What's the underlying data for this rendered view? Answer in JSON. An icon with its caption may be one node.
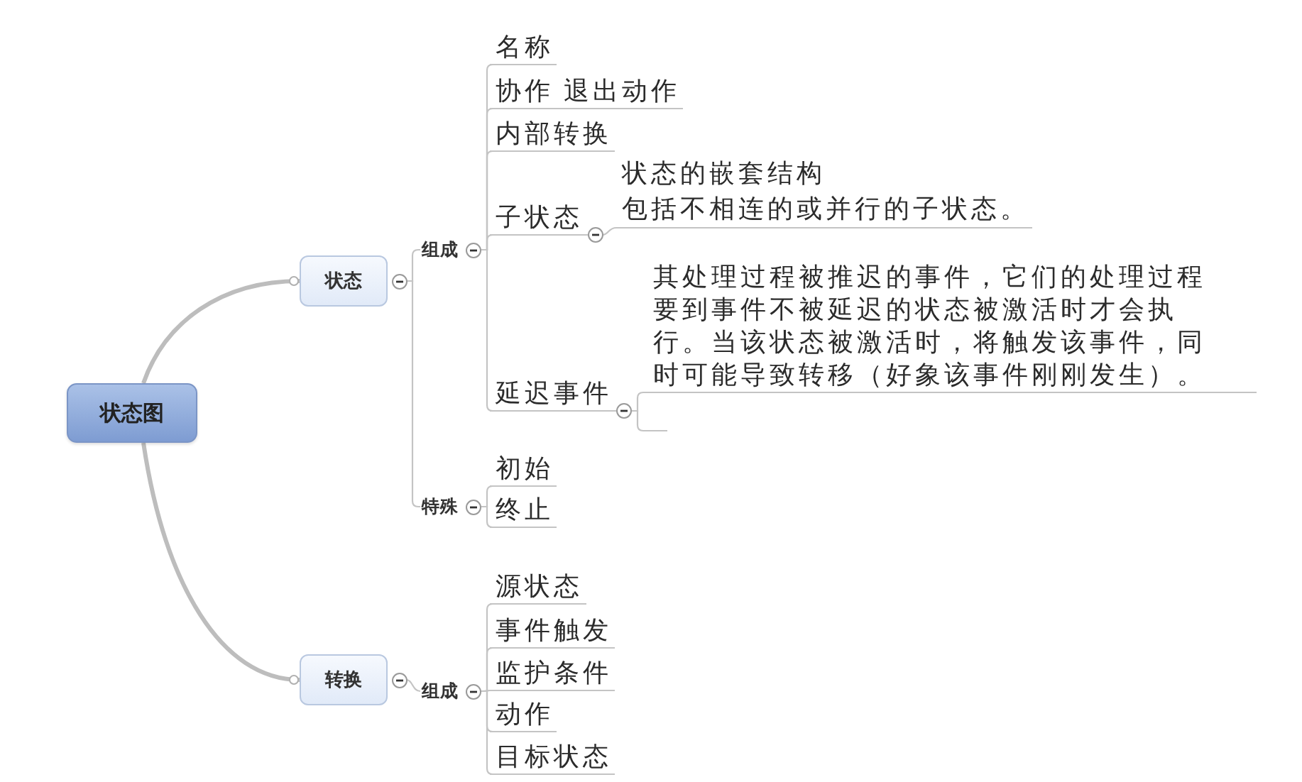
{
  "diagram": {
    "nodes": [
      {
        "text": [
          "状态图"
        ]
      },
      {
        "text": [
          "状态"
        ]
      },
      {
        "text": [
          "组成"
        ]
      },
      {
        "text": [
          "名称"
        ]
      },
      {
        "text": [
          "协作 退出动作"
        ]
      },
      {
        "text": [
          "内部转换"
        ]
      },
      {
        "text": [
          "子状态"
        ]
      },
      {
        "text": [
          "状态的嵌套结构",
          "包括不相连的或并行的子状态。"
        ]
      },
      {
        "text": [
          "延迟事件"
        ]
      },
      {
        "text": [
          "其处理过程被推迟的事件，它们的处理过程要到事件不被延迟的状态被激活时才会执行。当该状态被激活时，将触发该事件，同时可能导致转移（好象该事件刚刚发生）。"
        ]
      },
      {
        "text": [],
        "shape": "bar"
      },
      {
        "text": [
          "特殊"
        ]
      },
      {
        "text": [
          "初始"
        ]
      },
      {
        "text": [
          "终止"
        ]
      },
      {
        "text": [
          "转换"
        ]
      },
      {
        "text": [
          "组成"
        ]
      },
      {
        "text": [
          "源状态"
        ]
      },
      {
        "text": [
          "事件触发"
        ]
      },
      {
        "text": [
          "监护条件"
        ]
      },
      {
        "text": [
          "动作"
        ]
      },
      {
        "text": [
          "目标状态"
        ]
      }
    ],
    "edges": [
      {
        "from": 0,
        "to": 1,
        "arrow": "other",
        "style": "thick"
      },
      {
        "from": 0,
        "to": 14,
        "arrow": "other",
        "style": "thick"
      },
      {
        "from": 1,
        "to": 2,
        "arrow": "none"
      },
      {
        "from": 2,
        "to": 3,
        "arrow": "none"
      },
      {
        "from": 2,
        "to": 4,
        "arrow": "none"
      },
      {
        "from": 2,
        "to": 5,
        "arrow": "none"
      },
      {
        "from": 2,
        "to": 6,
        "arrow": "none"
      },
      {
        "from": 2,
        "to": 8,
        "arrow": "none"
      },
      {
        "from": 6,
        "to": 7,
        "arrow": "none"
      },
      {
        "from": 8,
        "to": 9,
        "arrow": "none"
      },
      {
        "from": 8,
        "to": 10,
        "arrow": "none"
      },
      {
        "from": 1,
        "to": 11,
        "arrow": "none"
      },
      {
        "from": 11,
        "to": 12,
        "arrow": "none"
      },
      {
        "from": 11,
        "to": 13,
        "arrow": "none"
      },
      {
        "from": 14,
        "to": 15,
        "arrow": "none"
      },
      {
        "from": 15,
        "to": 16,
        "arrow": "none"
      },
      {
        "from": 15,
        "to": 17,
        "arrow": "none"
      },
      {
        "from": 15,
        "to": 18,
        "arrow": "none"
      },
      {
        "from": 15,
        "to": 19,
        "arrow": "none"
      },
      {
        "from": 15,
        "to": 20,
        "arrow": "none"
      }
    ]
  }
}
